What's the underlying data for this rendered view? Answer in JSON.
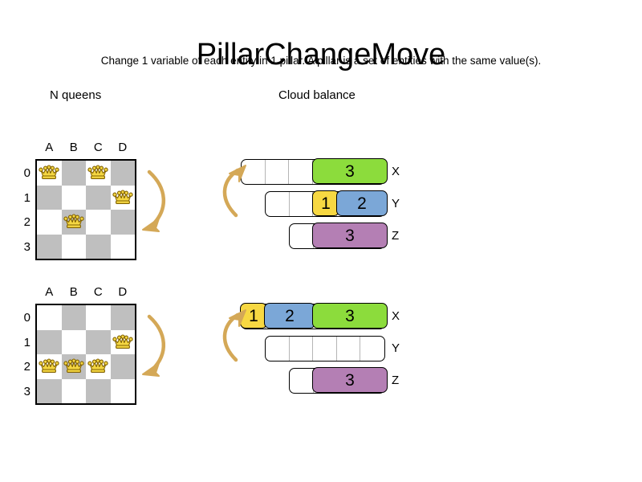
{
  "header": {
    "title": "PillarChangeMove",
    "subtitle": "Change 1 variable of each entity in 1 pillar. A pillar is a set of entities with the same value(s)."
  },
  "sections": {
    "nqueens": {
      "caption": "N queens"
    },
    "cloud": {
      "caption": "Cloud balance"
    }
  },
  "nqueens": {
    "columns": [
      "A",
      "B",
      "C",
      "D"
    ],
    "rows": [
      "0",
      "1",
      "2",
      "3"
    ],
    "size": 4,
    "colors": {
      "dark": "#bfbfbf",
      "light": "#ffffff",
      "border": "#000000",
      "queen_fill": "#f5d742",
      "queen_stroke": "#806000"
    },
    "boards": [
      {
        "state": "before",
        "queens": [
          {
            "col": 0,
            "row": 0,
            "square": "A0"
          },
          {
            "col": 2,
            "row": 0,
            "square": "C0"
          },
          {
            "col": 3,
            "row": 1,
            "square": "D1"
          },
          {
            "col": 1,
            "row": 2,
            "square": "B2"
          }
        ]
      },
      {
        "state": "after",
        "queens": [
          {
            "col": 3,
            "row": 1,
            "square": "D1"
          },
          {
            "col": 0,
            "row": 2,
            "square": "A2"
          },
          {
            "col": 1,
            "row": 2,
            "square": "B2"
          },
          {
            "col": 2,
            "row": 2,
            "square": "C2"
          }
        ]
      }
    ]
  },
  "cloud": {
    "unit_width": 30,
    "colors": {
      "green": "#8cdc3c",
      "blue": "#7ba7d7",
      "yellow": "#f7d842",
      "purple": "#b47fb4",
      "empty": "#ffffff",
      "border": "#000000"
    },
    "groups": [
      {
        "state": "before",
        "rows": [
          {
            "label": "X",
            "empty_units": 3,
            "total_units": 6,
            "segments": [
              {
                "value": "3",
                "units": 3,
                "color": "green"
              }
            ]
          },
          {
            "label": "Y",
            "empty_units": 2,
            "total_units": 5,
            "segments": [
              {
                "value": "1",
                "units": 1,
                "color": "yellow"
              },
              {
                "value": "2",
                "units": 2,
                "color": "blue"
              }
            ]
          },
          {
            "label": "Z",
            "empty_units": 1,
            "total_units": 4,
            "segments": [
              {
                "value": "3",
                "units": 3,
                "color": "purple"
              }
            ]
          }
        ]
      },
      {
        "state": "after",
        "rows": [
          {
            "label": "X",
            "empty_units": 0,
            "total_units": 6,
            "segments": [
              {
                "value": "1",
                "units": 1,
                "color": "yellow"
              },
              {
                "value": "2",
                "units": 2,
                "color": "blue"
              },
              {
                "value": "3",
                "units": 3,
                "color": "green"
              }
            ]
          },
          {
            "label": "Y",
            "empty_units": 5,
            "total_units": 5,
            "segments": []
          },
          {
            "label": "Z",
            "empty_units": 1,
            "total_units": 4,
            "segments": [
              {
                "value": "3",
                "units": 3,
                "color": "purple"
              }
            ]
          }
        ]
      }
    ]
  },
  "arrows": {
    "color": "#d4a857",
    "items": [
      {
        "name": "board-move-arrow-top",
        "direction": "down"
      },
      {
        "name": "board-move-arrow-bottom",
        "direction": "down"
      },
      {
        "name": "cloud-move-arrow-top",
        "direction": "up"
      },
      {
        "name": "cloud-move-arrow-bottom",
        "direction": "up"
      }
    ]
  }
}
